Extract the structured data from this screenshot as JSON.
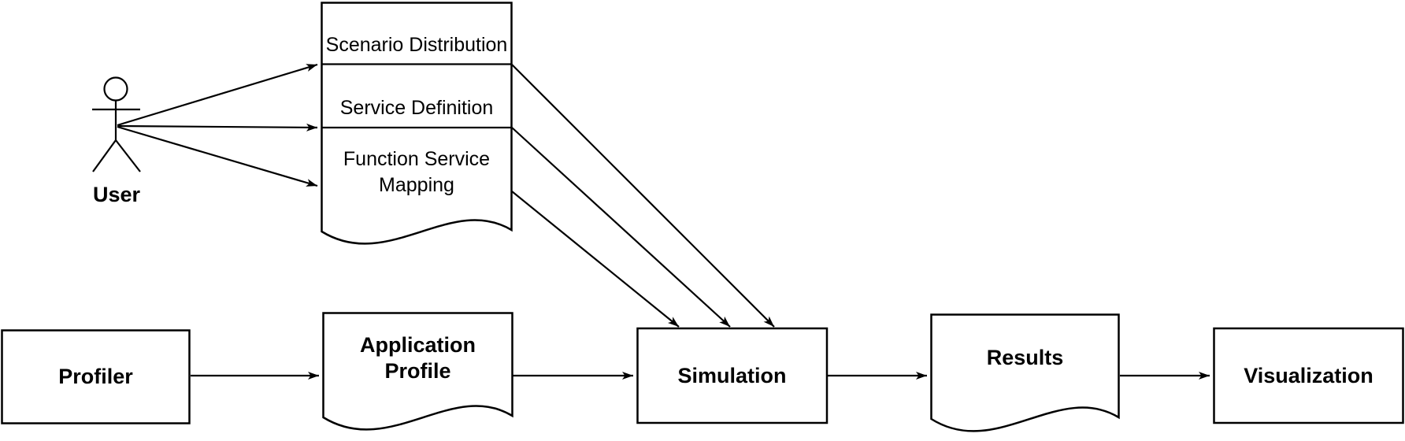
{
  "diagram": {
    "background_color": "#ffffff",
    "line_color": "#000000",
    "text_color": "#000000",
    "actor": {
      "label": "User"
    },
    "config_document": {
      "sections": [
        "Scenario Distribution",
        "Service Definition",
        "Function Service Mapping"
      ]
    },
    "nodes": {
      "profiler": {
        "label": "Profiler",
        "shape": "rectangle"
      },
      "application_profile": {
        "label": "Application Profile",
        "shape": "document"
      },
      "simulation": {
        "label": "Simulation",
        "shape": "rectangle"
      },
      "results": {
        "label": "Results",
        "shape": "document"
      },
      "visualization": {
        "label": "Visualization",
        "shape": "rectangle"
      }
    },
    "edges": [
      {
        "from": "User",
        "to": "Scenario Distribution"
      },
      {
        "from": "User",
        "to": "Service Definition"
      },
      {
        "from": "User",
        "to": "Function Service Mapping"
      },
      {
        "from": "Scenario Distribution",
        "to": "Simulation"
      },
      {
        "from": "Service Definition",
        "to": "Simulation"
      },
      {
        "from": "Function Service Mapping",
        "to": "Simulation"
      },
      {
        "from": "Profiler",
        "to": "Application Profile"
      },
      {
        "from": "Application Profile",
        "to": "Simulation"
      },
      {
        "from": "Simulation",
        "to": "Results"
      },
      {
        "from": "Results",
        "to": "Visualization"
      }
    ]
  }
}
